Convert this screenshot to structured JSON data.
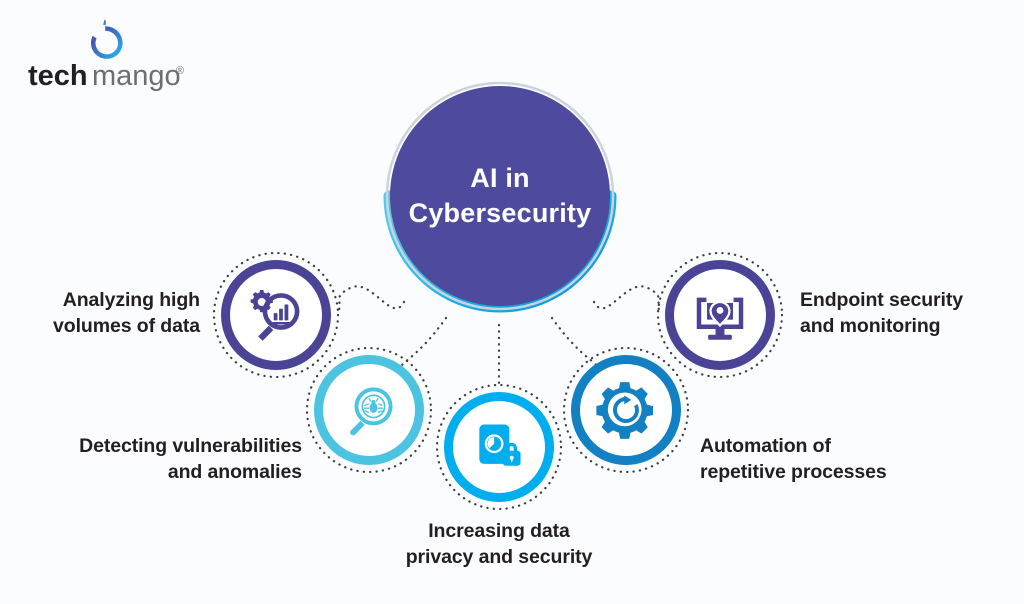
{
  "page": {
    "background_color": "#fafcfd",
    "title_text": "AI in Cybersecurity"
  },
  "logo": {
    "name": "techmango-logo",
    "text_bold": "tech",
    "text_light": "mango",
    "registered_mark": "®",
    "mark_icon": "mango-icon",
    "color_bold": "#231f20",
    "color_light": "#6d6e71",
    "gradient_start": "#4b3f9e",
    "gradient_end": "#22c0ef"
  },
  "hub": {
    "line1": "AI in",
    "line2": "Cybersecurity",
    "fill_color": "#4e4a9e",
    "ring_color_start": "#4ecbe8",
    "ring_color_end": "#069ae3",
    "text_color": "#ffffff"
  },
  "nodes": [
    {
      "id": "analyzing-data",
      "label": "Analyzing high\nvolumes of data",
      "icon": "magnifier-bar-chart-gear-icon",
      "color": "#4a4396",
      "label_align": "right"
    },
    {
      "id": "detecting-vulnerabilities",
      "label": "Detecting vulnerabilities\nand anomalies",
      "icon": "magnifier-bug-icon",
      "color": "#4cc3e0",
      "label_align": "right"
    },
    {
      "id": "data-privacy",
      "label": "Increasing data\nprivacy and security",
      "icon": "document-lock-icon",
      "color": "#00aeef",
      "label_align": "center"
    },
    {
      "id": "automation",
      "label": "Automation of\nrepetitive processes",
      "icon": "gear-refresh-icon",
      "color": "#1380c4",
      "label_align": "left"
    },
    {
      "id": "endpoint-security",
      "label": "Endpoint security\nand monitoring",
      "icon": "monitor-shield-pin-icon",
      "color": "#4a4396",
      "label_align": "left"
    }
  ],
  "connectors": {
    "style": "dotted",
    "color": "#3b3b3b"
  }
}
